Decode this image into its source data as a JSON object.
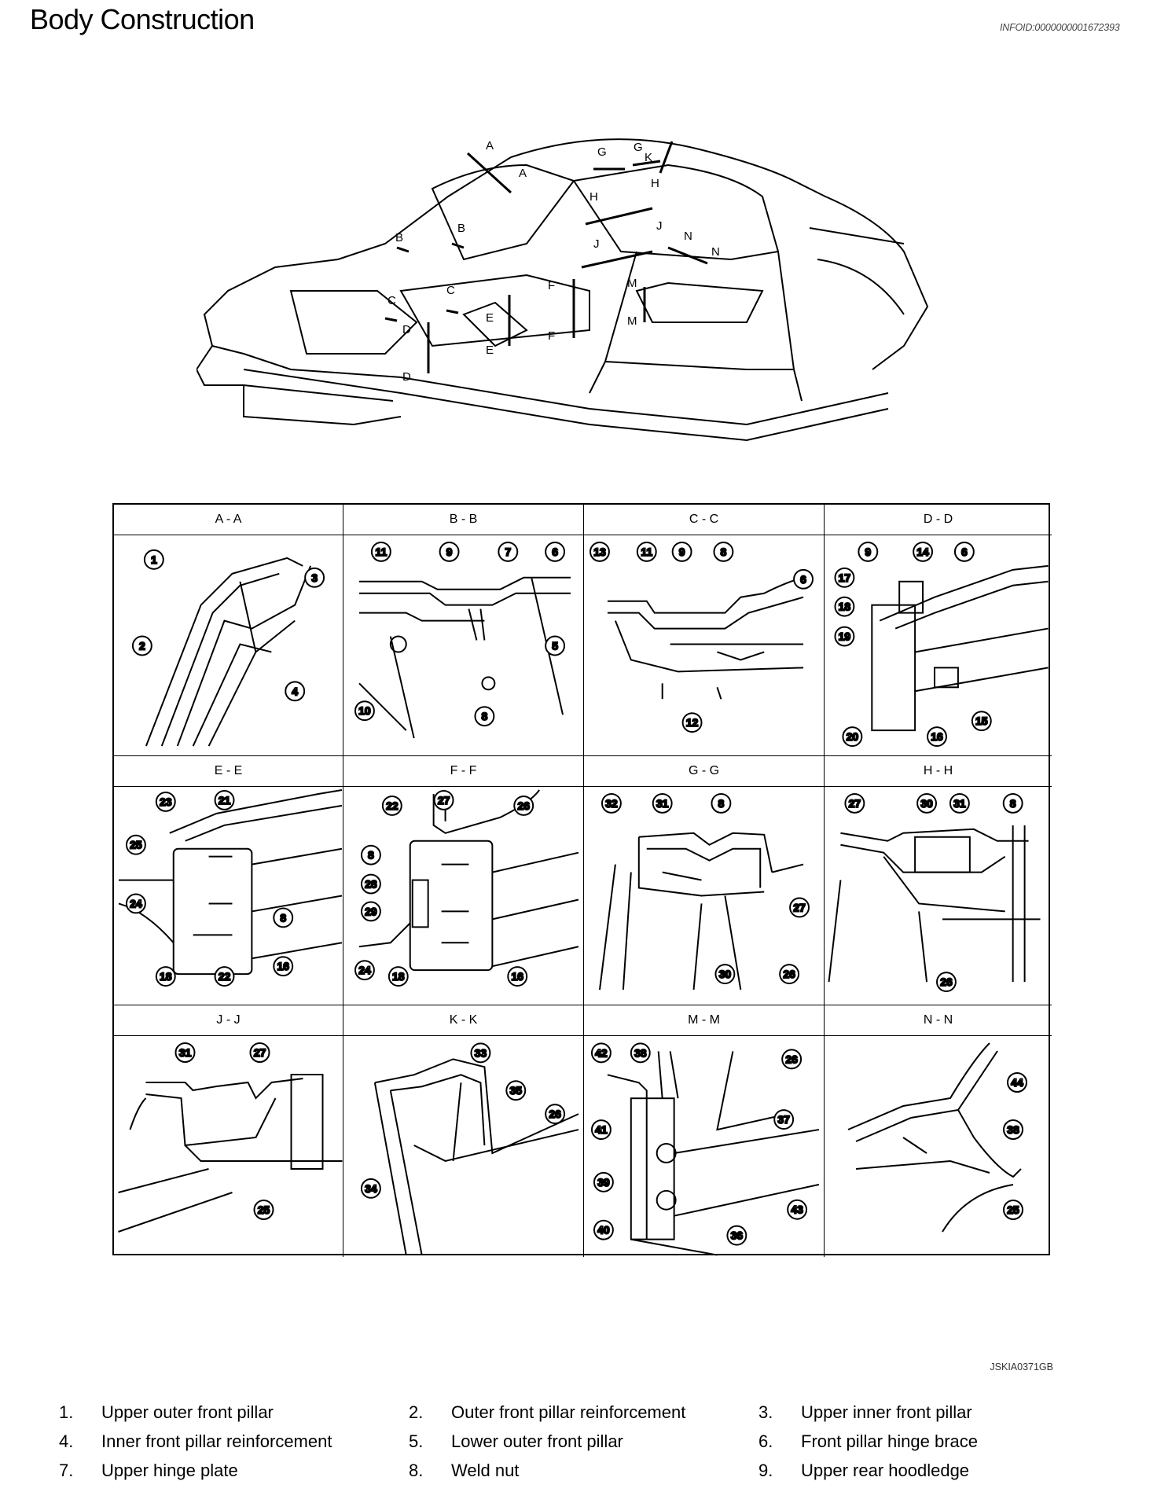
{
  "header": {
    "title": "Body Construction",
    "info_id": "INFOID:0000000001672393"
  },
  "figure": {
    "section_markers": [
      "A",
      "A",
      "B",
      "B",
      "C",
      "C",
      "D",
      "D",
      "E",
      "E",
      "F",
      "F",
      "G",
      "G",
      "H",
      "H",
      "J",
      "J",
      "K",
      "K",
      "M",
      "M",
      "N",
      "N"
    ],
    "code": "JSKIA0371GB"
  },
  "sections": [
    {
      "label": "A - A",
      "callouts": [
        "1",
        "2",
        "3",
        "4"
      ]
    },
    {
      "label": "B - B",
      "callouts": [
        "11",
        "9",
        "7",
        "6",
        "5",
        "10",
        "8"
      ]
    },
    {
      "label": "C - C",
      "callouts": [
        "13",
        "11",
        "9",
        "8",
        "6",
        "12"
      ]
    },
    {
      "label": "D - D",
      "callouts": [
        "9",
        "14",
        "6",
        "17",
        "18",
        "19",
        "20",
        "16",
        "15"
      ]
    },
    {
      "label": "E - E",
      "callouts": [
        "23",
        "21",
        "25",
        "8",
        "24",
        "18",
        "22",
        "16"
      ]
    },
    {
      "label": "F - F",
      "callouts": [
        "22",
        "27",
        "26",
        "8",
        "28",
        "29",
        "24",
        "18",
        "16"
      ]
    },
    {
      "label": "G - G",
      "callouts": [
        "32",
        "31",
        "8",
        "27",
        "30",
        "26"
      ]
    },
    {
      "label": "H - H",
      "callouts": [
        "27",
        "30",
        "31",
        "8",
        "26"
      ]
    },
    {
      "label": "J - J",
      "callouts": [
        "31",
        "27",
        "25"
      ]
    },
    {
      "label": "K - K",
      "callouts": [
        "33",
        "35",
        "26",
        "34"
      ]
    },
    {
      "label": "M - M",
      "callouts": [
        "42",
        "38",
        "26",
        "41",
        "37",
        "39",
        "40",
        "36",
        "43"
      ]
    },
    {
      "label": "N - N",
      "callouts": [
        "44",
        "38",
        "25"
      ]
    }
  ],
  "legend": [
    {
      "num": "1.",
      "text": "Upper outer front pillar"
    },
    {
      "num": "2.",
      "text": "Outer front pillar reinforcement"
    },
    {
      "num": "3.",
      "text": "Upper inner front pillar"
    },
    {
      "num": "4.",
      "text": "Inner front pillar reinforcement"
    },
    {
      "num": "5.",
      "text": "Lower outer front pillar"
    },
    {
      "num": "6.",
      "text": "Front pillar hinge brace"
    },
    {
      "num": "7.",
      "text": "Upper hinge plate"
    },
    {
      "num": "8.",
      "text": "Weld nut"
    },
    {
      "num": "9.",
      "text": "Upper rear hoodledge"
    }
  ]
}
